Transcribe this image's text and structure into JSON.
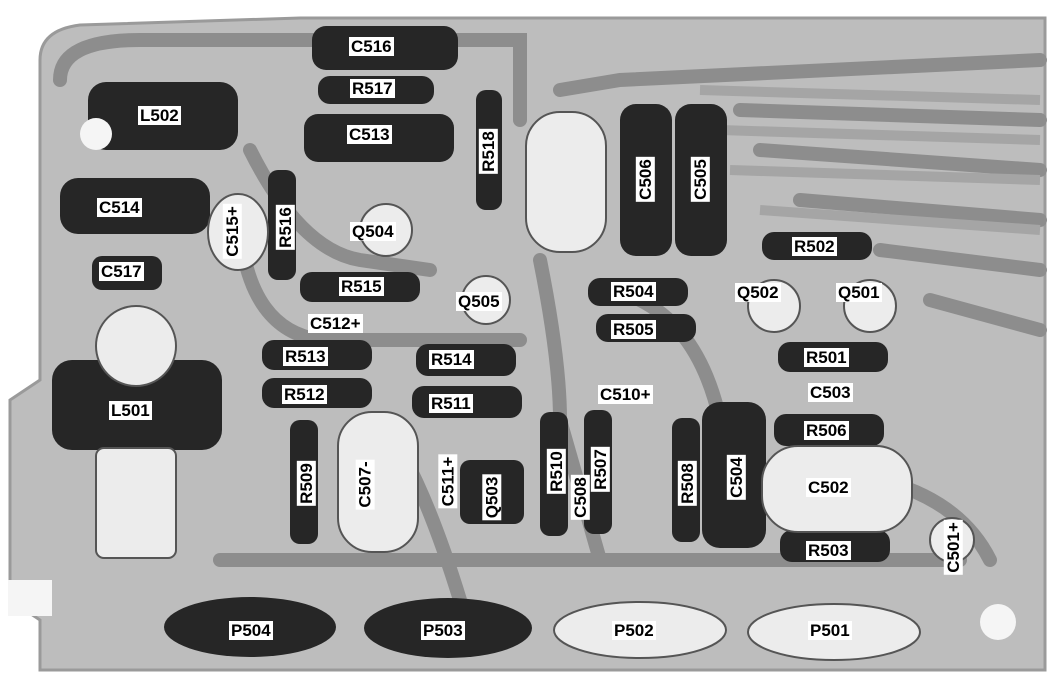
{
  "labels": {
    "C516": "C516",
    "R517": "R517",
    "L502": "L502",
    "C513": "C513",
    "R518": "R518",
    "C506": "C506",
    "C505": "C505",
    "C514": "C514",
    "C515": "C515+",
    "R516": "R516",
    "Q504": "Q504",
    "R502": "R502",
    "C517": "C517",
    "R515": "R515",
    "Q505": "Q505",
    "R504": "R504",
    "Q502": "Q502",
    "Q501": "Q501",
    "C512": "C512+",
    "R505": "R505",
    "R513": "R513",
    "R514": "R514",
    "R501": "R501",
    "L501": "L501",
    "R512": "R512",
    "C503": "C503",
    "R511": "R511",
    "C510": "C510+",
    "R506": "R506",
    "R509": "R509",
    "C507": "C507-",
    "C511": "C511+",
    "R510": "R510",
    "C508": "C508",
    "R507": "R507",
    "R508": "R508",
    "C504": "C504",
    "C502": "C502",
    "Q503": "Q503",
    "R503": "R503",
    "C501": "C501+",
    "P504": "P504",
    "P503": "P503",
    "P502": "P502",
    "P501": "P501"
  },
  "colors": {
    "board": "#bdbdbd",
    "trace": "#8a8a8a",
    "component_dark": "#262626",
    "component_light": "#ececec",
    "label_bg": "#ffffff",
    "label_text": "#000000"
  }
}
